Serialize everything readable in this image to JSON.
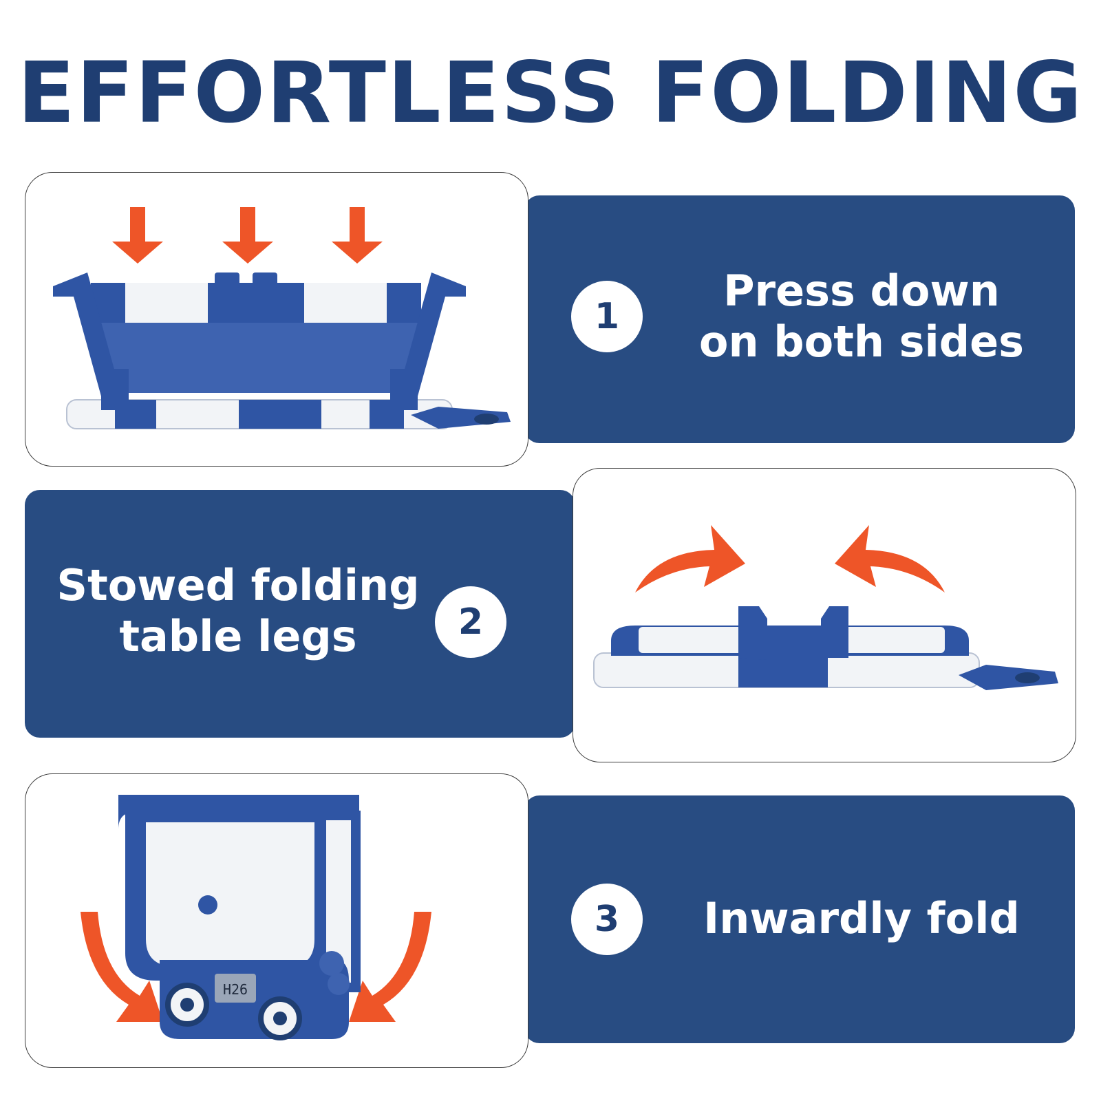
{
  "title": "EFFORTLESS FOLDING",
  "colors": {
    "navy": "#284c82",
    "title": "#1f3e72",
    "arrow": "#ee5528",
    "tub_blue": "#2f55a4",
    "tub_white": "#f2f4f7"
  },
  "steps": [
    {
      "number": "1",
      "line1": "Press down",
      "line2": "on both sides"
    },
    {
      "number": "2",
      "line1": "Stowed folding",
      "line2": "table legs"
    },
    {
      "number": "3",
      "line1": "Inwardly fold",
      "line2": ""
    }
  ],
  "thermometer_reading": "H26",
  "icons": [
    "down-arrow-icon",
    "curved-arrow-icon"
  ]
}
